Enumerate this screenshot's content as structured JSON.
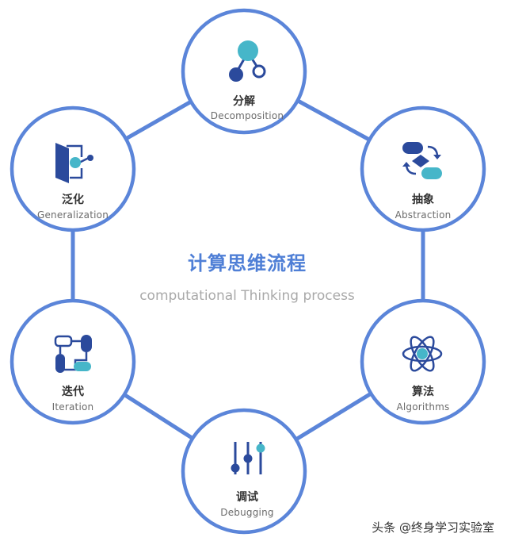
{
  "colors": {
    "ring": "#5b85d9",
    "navy": "#2b4a9c",
    "teal": "#46b6c9",
    "title": "#4f7fd6"
  },
  "center": {
    "title": "计算思维流程",
    "subtitle": "computational Thinking process"
  },
  "nodes": [
    {
      "id": "decomposition",
      "label_cn": "分解",
      "label_en": "Decomposition",
      "icon": "decomposition-icon"
    },
    {
      "id": "abstraction",
      "label_cn": "抽象",
      "label_en": "Abstraction",
      "icon": "abstraction-icon"
    },
    {
      "id": "algorithms",
      "label_cn": "算法",
      "label_en": "Algorithms",
      "icon": "atom-icon"
    },
    {
      "id": "debugging",
      "label_cn": "调试",
      "label_en": "Debugging",
      "icon": "sliders-icon"
    },
    {
      "id": "iteration",
      "label_cn": "迭代",
      "label_en": "Iteration",
      "icon": "iteration-icon"
    },
    {
      "id": "generalization",
      "label_cn": "泛化",
      "label_en": "Generalization",
      "icon": "generalization-icon"
    }
  ],
  "watermark": "头条 @终身学习实验室"
}
